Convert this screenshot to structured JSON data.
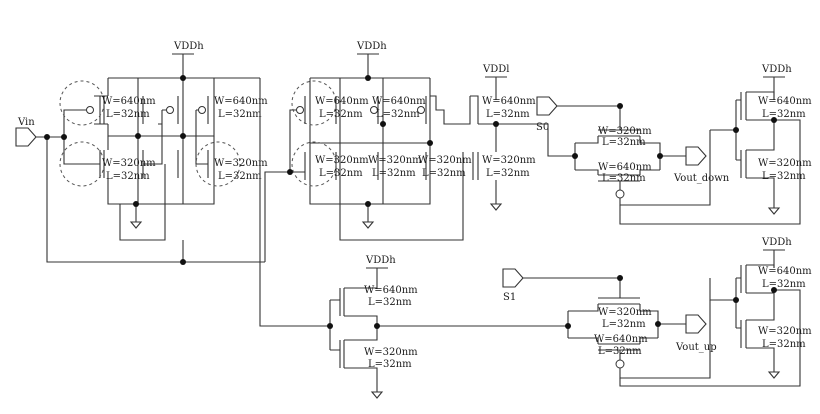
{
  "labels": {
    "vddh": "VDDh",
    "vddl": "VDDl",
    "vin": "Vin",
    "s0": "S0",
    "s1": "S1",
    "vout_down": "Vout_down",
    "vout_up": "Vout_up",
    "w640": "W=640nm",
    "w320": "W=320nm",
    "l32": "L=32nm"
  }
}
